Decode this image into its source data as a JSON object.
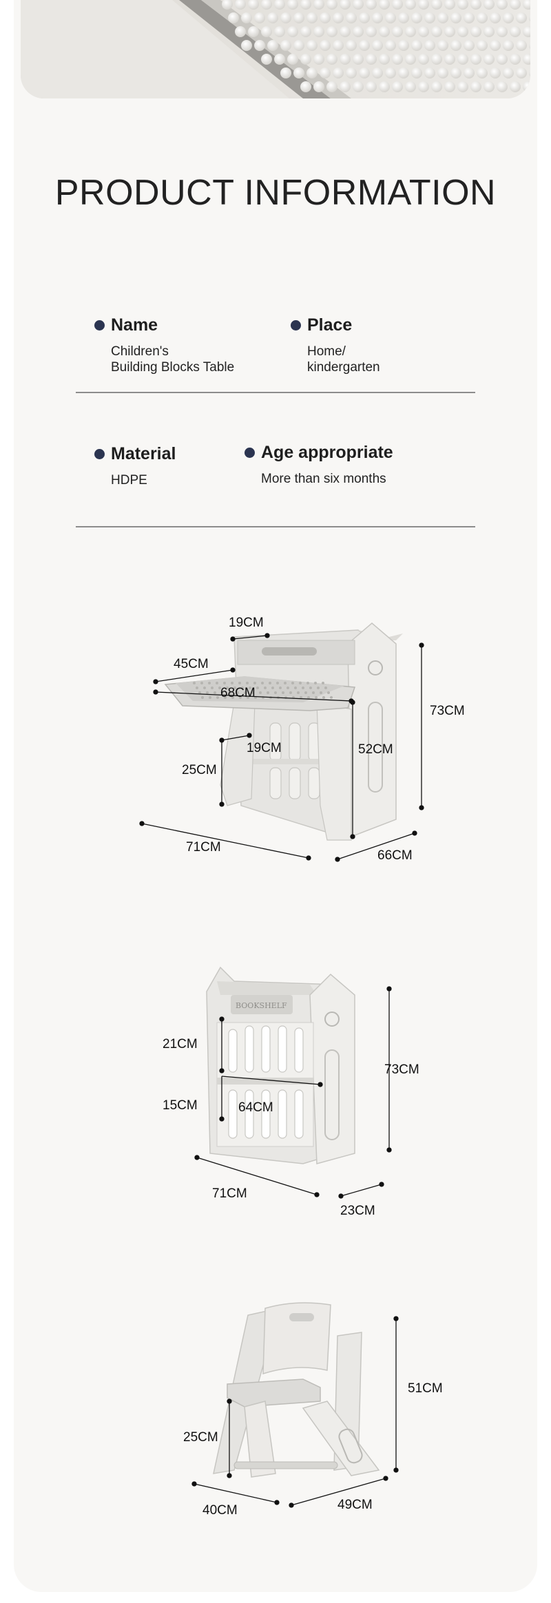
{
  "page": {
    "title": "PRODUCT INFORMATION"
  },
  "info": {
    "name": {
      "label": "Name",
      "value": "Children's\nBuilding Blocks Table"
    },
    "place": {
      "label": "Place",
      "value": "Home/\nkindergarten"
    },
    "material": {
      "label": "Material",
      "value": "HDPE"
    },
    "age": {
      "label": "Age appropriate",
      "value": "More than six months"
    }
  },
  "desk": {
    "d_19_top": "19CM",
    "d_45": "45CM",
    "d_68": "68CM",
    "d_19_mid": "19CM",
    "d_25": "25CM",
    "d_52": "52CM",
    "d_73": "73CM",
    "d_71": "71CM",
    "d_66": "66CM"
  },
  "shelf": {
    "d_21": "21CM",
    "d_15": "15CM",
    "d_64": "64CM",
    "d_73": "73CM",
    "d_71": "71CM",
    "d_23": "23CM",
    "logo_text": "BOOKSHELF"
  },
  "chair": {
    "d_51": "51CM",
    "d_25": "25CM",
    "d_40": "40CM",
    "d_49": "49CM"
  },
  "colors": {
    "background": "#f8f7f5",
    "bullet": "#2b3450",
    "furniture": "#e4e3e0"
  }
}
